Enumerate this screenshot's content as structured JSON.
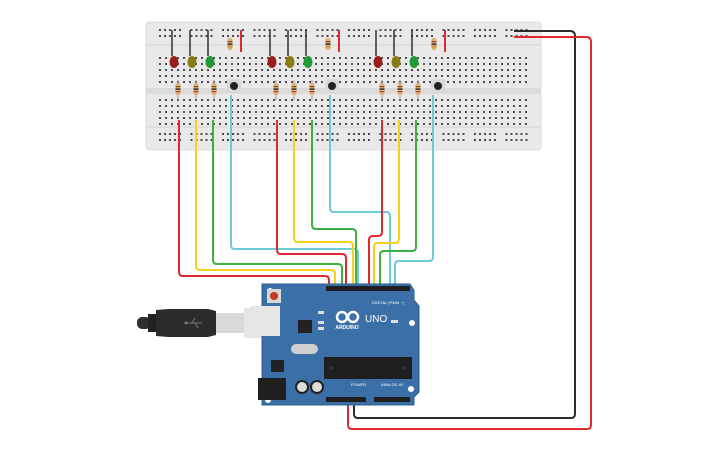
{
  "board": {
    "logo_text": "ARDUINO",
    "model": "UNO",
    "digital_label": "DIGITAL (PWM ~)",
    "power_label": "POWER",
    "analog_label": "ANALOG IN",
    "reset_button": "RESET"
  },
  "colors": {
    "wire_red": "#e0282f",
    "wire_yellow": "#f5d21a",
    "wire_green": "#3cb042",
    "wire_cyan": "#6ccbd8",
    "wire_black": "#2b2b2b",
    "board_blue": "#3a6fa8",
    "breadboard": "#e8e8e8",
    "led_red": "#9b1c1c",
    "led_yellow": "#8a7a14",
    "led_green": "#1f9a35"
  },
  "traffic_lights": [
    {
      "name": "light-1",
      "leds": [
        "red",
        "yellow",
        "green"
      ],
      "has_button": true
    },
    {
      "name": "light-2",
      "leds": [
        "red",
        "yellow",
        "green"
      ],
      "has_button": true
    },
    {
      "name": "light-3",
      "leds": [
        "red",
        "yellow",
        "green"
      ],
      "has_button": true
    }
  ],
  "usb_icon": "usb-icon"
}
